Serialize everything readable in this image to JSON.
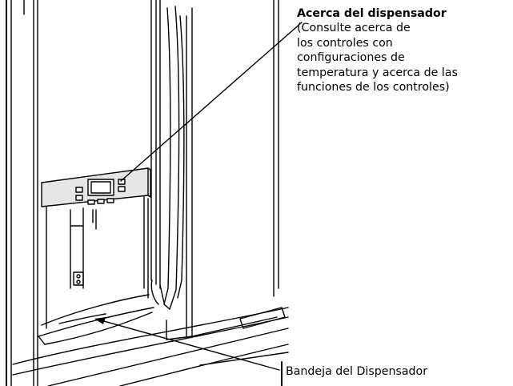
{
  "callouts": {
    "dispenser": {
      "title": "Acerca del dispensador",
      "lines": [
        "(Consulte acerca de",
        "los controles con",
        "configuraciones de",
        "temperatura y acerca de las",
        "funciones de los controles)"
      ]
    },
    "tray": {
      "label": "Bandeja del Dispensador"
    }
  },
  "colors": {
    "line": "#000000",
    "background": "#ffffff",
    "panel_shade": "#e6e6e6"
  }
}
